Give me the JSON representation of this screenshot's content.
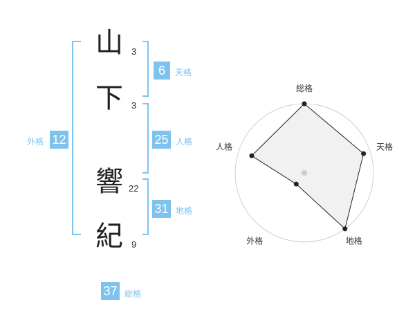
{
  "name": {
    "chars": [
      {
        "char": "山",
        "strokes": "3"
      },
      {
        "char": "下",
        "strokes": "3"
      },
      {
        "char": "響",
        "strokes": "22"
      },
      {
        "char": "紀",
        "strokes": "9"
      }
    ]
  },
  "kaku": {
    "tenkaku": {
      "value": "6",
      "label": "天格"
    },
    "jinkaku": {
      "value": "25",
      "label": "人格"
    },
    "chikaku": {
      "value": "31",
      "label": "地格"
    },
    "gaikaku": {
      "value": "12",
      "label": "外格"
    },
    "soukaku": {
      "value": "37",
      "label": "総格"
    }
  },
  "colors": {
    "accent": "#7ec2ee",
    "text": "#222222",
    "grid": "#cccccc",
    "fill": "#eeeeee"
  },
  "chart_data": {
    "type": "radar",
    "axes": [
      "総格",
      "天格",
      "地格",
      "外格",
      "人格"
    ],
    "values": [
      5,
      4.5,
      5,
      1,
      4
    ],
    "max": 5,
    "rings": 5
  }
}
